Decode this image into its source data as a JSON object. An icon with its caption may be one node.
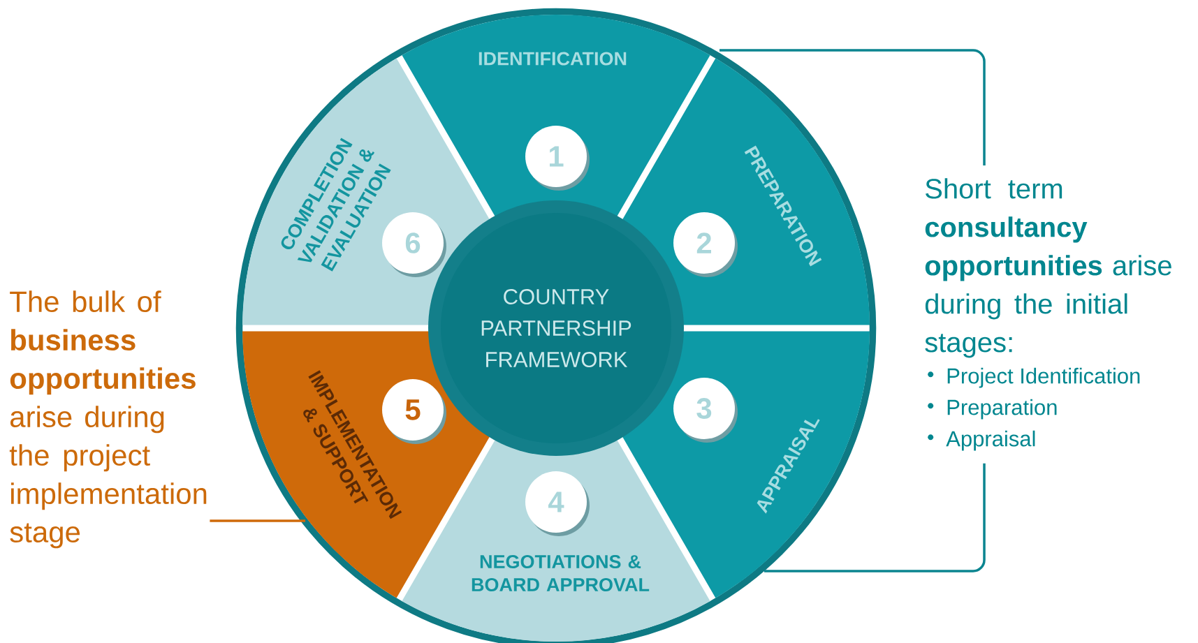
{
  "diagram": {
    "nodes": [
      {
        "text": [
          "COUNTRY PARTNERSHIP FRAMEWORK"
        ]
      },
      {
        "text": [
          "IDENTIFICATION"
        ]
      },
      {
        "text": [
          "1"
        ],
        "in": 1
      },
      {
        "text": [
          "PREPARATION"
        ]
      },
      {
        "text": [
          "2"
        ],
        "in": 3
      },
      {
        "text": [
          "APPRAISAL"
        ]
      },
      {
        "text": [
          "3"
        ],
        "in": 5
      },
      {
        "text": [
          "NEGOTIATIONS & BOARD APPROVAL"
        ]
      },
      {
        "text": [
          "4"
        ],
        "in": 7
      },
      {
        "text": [
          "IMPLEMENTATION & SUPPORT"
        ]
      },
      {
        "text": [
          "5"
        ],
        "in": 9
      },
      {
        "text": [
          "COMPLETION VALIDATION & EVALUATION"
        ]
      },
      {
        "text": [
          "6"
        ],
        "in": 11
      },
      {
        "text": [
          "The bulk of **business opportunities** arise during the project implementation stage"
        ]
      },
      {
        "text": [
          "Short term **consultancy opportunities** arise during the initial stages:",
          "Project Identification",
          "Preparation",
          "Appraisal"
        ]
      }
    ],
    "edges": [
      {
        "from": 13,
        "to": 9,
        "arrow": "none",
        "color": "#cf6a0a"
      },
      {
        "from": 14,
        "to": 1,
        "arrow": "none"
      },
      {
        "from": 14,
        "to": 5,
        "arrow": "none"
      }
    ]
  }
}
